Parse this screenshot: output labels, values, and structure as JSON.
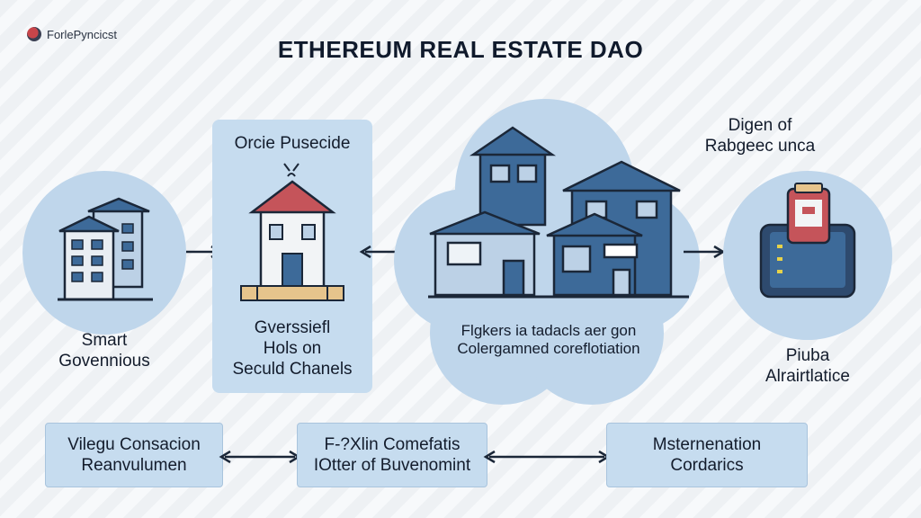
{
  "brand": {
    "name": "ForlePyncicst"
  },
  "title": "ETHEREUM REAL ESTATE DAO",
  "nodes": {
    "left": {
      "line1": "Smart",
      "line2": "Govennious"
    },
    "center_left": {
      "heading": "Orcie Pusecide",
      "line1": "Gverssiefl",
      "line2": "Hols on",
      "line3": "Seculd Chanels"
    },
    "cloud": {
      "line1": "Flgkers ia tadacls aer gon",
      "line2": "Colergamned coreflotiation"
    },
    "right": {
      "heading1": "Digen of",
      "heading2": "Rabgeec unca",
      "line1": "Piuba",
      "line2": "Alrairtlatice"
    }
  },
  "bottom": [
    {
      "line1": "Vilegu Consacion",
      "line2": "Reanvulumen"
    },
    {
      "line1": "F-?Xlin Comefatis",
      "line2": "IOtter of Buvenomint"
    },
    {
      "line1": "Msternenation",
      "line2": "Cordarics"
    }
  ],
  "colors": {
    "accent": "#3d6a99",
    "dark": "#1b2738",
    "roof": "#c5545a",
    "panel": "#c6dcef"
  }
}
